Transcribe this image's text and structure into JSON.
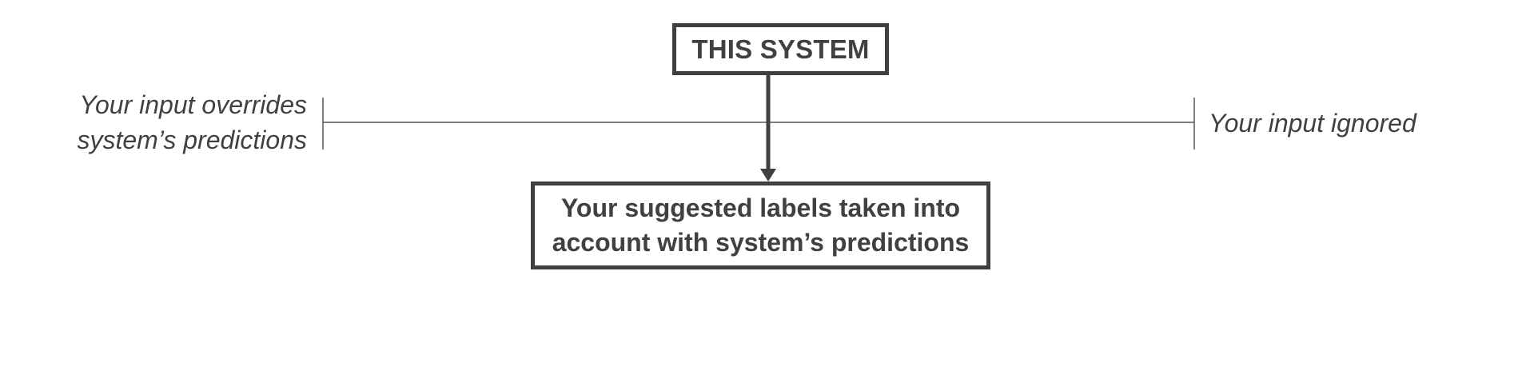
{
  "diagram": {
    "top_box": {
      "label": "THIS SYSTEM"
    },
    "bottom_box": {
      "label": "Your suggested labels taken into\naccount with system’s predictions"
    },
    "left_end": {
      "label": "Your input overrides\nsystem’s predictions"
    },
    "right_end": {
      "label": "Your input ignored"
    },
    "colors": {
      "stroke": "#404040",
      "scale_line": "#555555",
      "text": "#404040",
      "background": "#ffffff"
    }
  }
}
